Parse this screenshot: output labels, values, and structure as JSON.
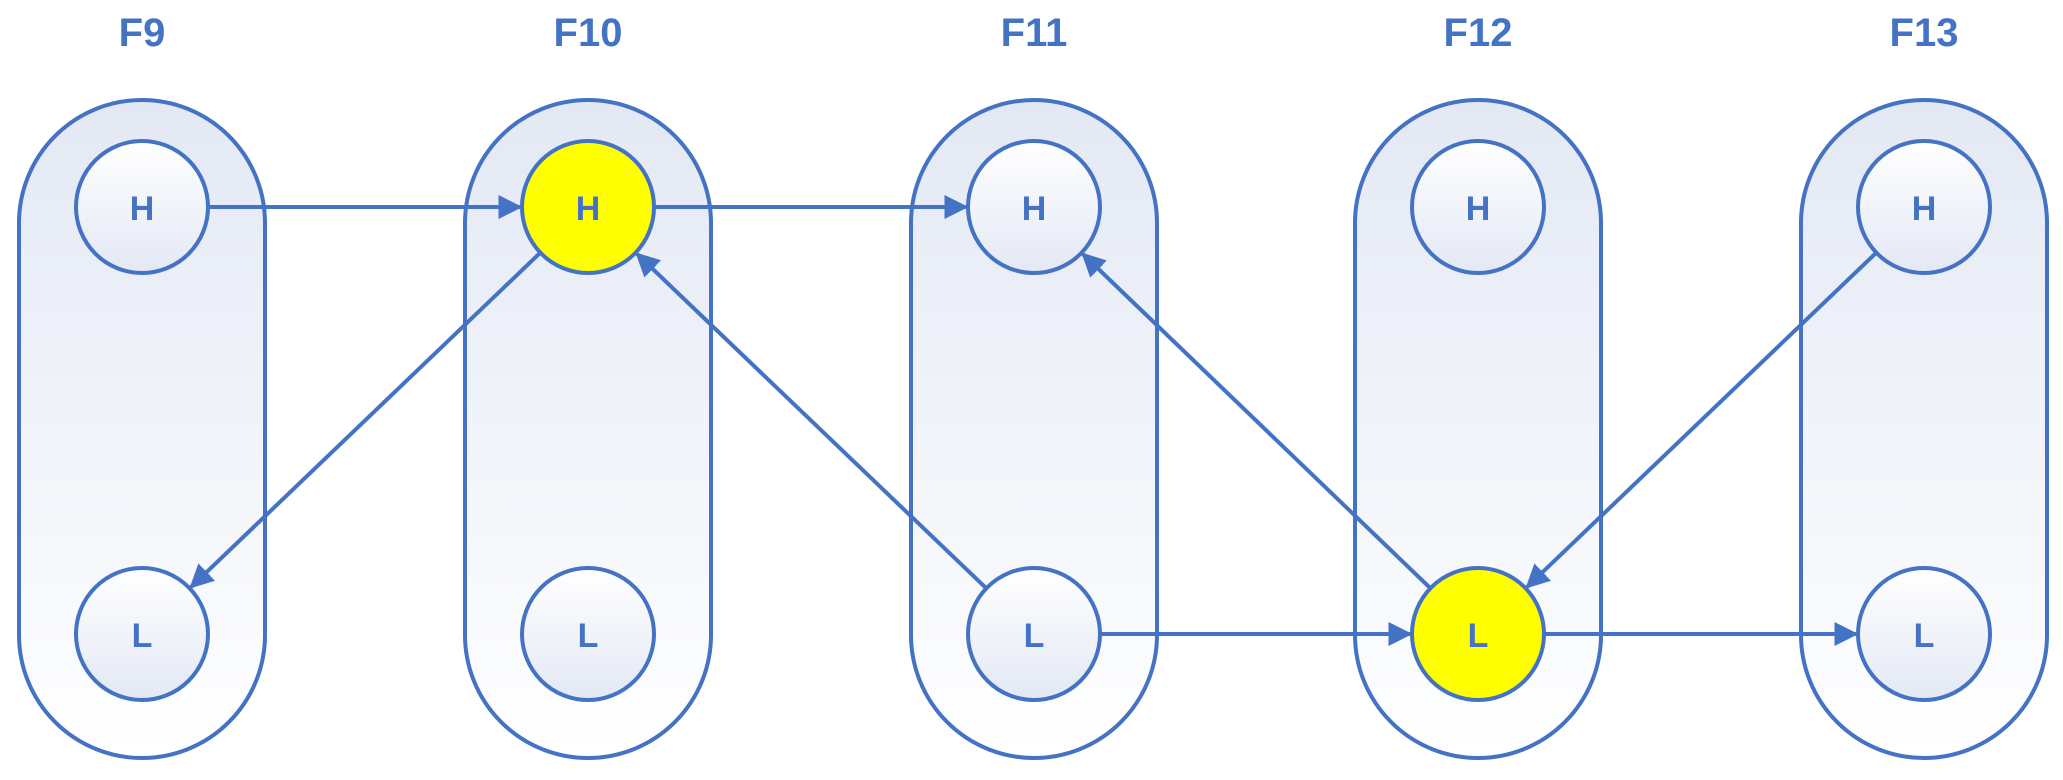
{
  "columns": [
    {
      "id": "F9",
      "label": "F9",
      "high": {
        "label": "H",
        "highlight": false
      },
      "low": {
        "label": "L",
        "highlight": false
      }
    },
    {
      "id": "F10",
      "label": "F10",
      "high": {
        "label": "H",
        "highlight": true
      },
      "low": {
        "label": "L",
        "highlight": false
      }
    },
    {
      "id": "F11",
      "label": "F11",
      "high": {
        "label": "H",
        "highlight": false
      },
      "low": {
        "label": "L",
        "highlight": false
      }
    },
    {
      "id": "F12",
      "label": "F12",
      "high": {
        "label": "H",
        "highlight": false
      },
      "low": {
        "label": "L",
        "highlight": true
      }
    },
    {
      "id": "F13",
      "label": "F13",
      "high": {
        "label": "H",
        "highlight": false
      },
      "low": {
        "label": "L",
        "highlight": false
      }
    }
  ],
  "edges": [
    {
      "from": "F9.H",
      "to": "F10.H"
    },
    {
      "from": "F10.H",
      "to": "F9.L"
    },
    {
      "from": "F10.H",
      "to": "F11.H"
    },
    {
      "from": "F11.L",
      "to": "F10.H"
    },
    {
      "from": "F12.L",
      "to": "F11.H"
    },
    {
      "from": "F11.L",
      "to": "F12.L"
    },
    {
      "from": "F13.H",
      "to": "F12.L"
    },
    {
      "from": "F12.L",
      "to": "F13.L"
    }
  ],
  "colors": {
    "stroke": "#4472C4",
    "highlight": "#FFFF00",
    "fill_top": "#E3E8F4",
    "fill_bottom": "#FFFFFF"
  }
}
